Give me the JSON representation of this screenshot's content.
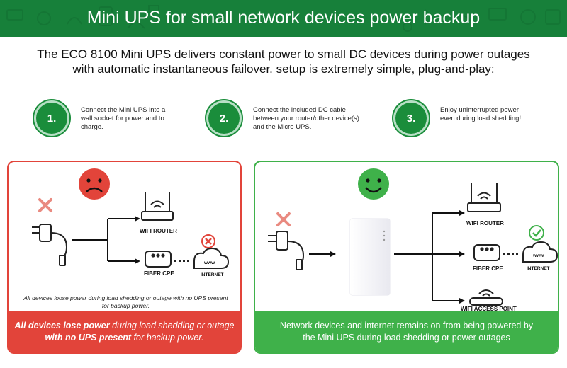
{
  "header": {
    "title": "Mini UPS for small network devices power backup"
  },
  "intro": {
    "line1": "The ECO 8100 Mini UPS delivers constant power to small DC devices during power outages",
    "line2": "with automatic instantaneous failover. setup is extremely simple, plug-and-play:"
  },
  "steps": [
    {
      "number": "1.",
      "text": "Connect the Mini UPS into a wall socket for power and to charge."
    },
    {
      "number": "2.",
      "text": "Connect the included DC cable between your router/other device(s) and the Micro UPS."
    },
    {
      "number": "3.",
      "text": "Enjoy uninterrupted power even during load shedding!"
    }
  ],
  "without_ups": {
    "labels": {
      "router": "WIFI ROUTER",
      "cpe": "FIBER CPE",
      "internet": "INTERNET",
      "www": "www"
    },
    "note": "All devices loose power during load shedding or outage with no UPS present for backup power.",
    "footer": {
      "bold1": "All devices lose power",
      "text1": " during load shedding or outage",
      "bold2": "with no UPS present",
      "text2": " for backup power."
    }
  },
  "with_ups": {
    "labels": {
      "router": "WIFI ROUTER",
      "cpe": "FIBER CPE",
      "internet": "INTERNET",
      "access_point": "WIFI ACCESS POINT",
      "www": "www"
    },
    "footer": {
      "line1": "Network devices and internet remains on from being powered by",
      "line2": "the Mini UPS  during load shedding or power outages"
    }
  },
  "colors": {
    "banner": "#17803a",
    "red": "#e2443a",
    "green": "#3fb14a",
    "step_circle": "#1a8d3b"
  }
}
